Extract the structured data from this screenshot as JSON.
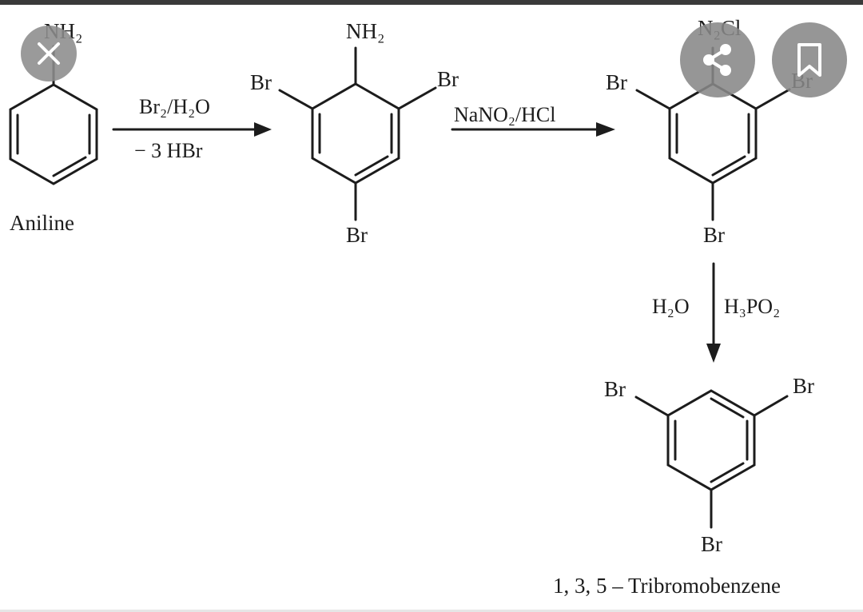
{
  "scheme": {
    "aniline": {
      "substituent": "NH₂",
      "name": "Aniline"
    },
    "step1": {
      "reagent": "Br₂/H₂O",
      "byproduct": "− 3 HBr"
    },
    "intermediate1": {
      "top": "NH₂",
      "left": "Br",
      "right": "Br",
      "bottom": "Br"
    },
    "step2": {
      "reagent": "NaNO₂/HCl"
    },
    "intermediate2": {
      "top": "N₂Cl",
      "left": "Br",
      "right": "Br",
      "bottom": "Br"
    },
    "step3": {
      "left_reagent": "H₂O",
      "right_reagent": "H₃PO₂"
    },
    "product": {
      "left": "Br",
      "right": "Br",
      "bottom": "Br",
      "name": "1, 3, 5 – Tribromobenzene"
    }
  },
  "controls": {
    "close_icon": "close-icon",
    "share_icon": "share-icon",
    "bookmark_icon": "bookmark-icon"
  }
}
